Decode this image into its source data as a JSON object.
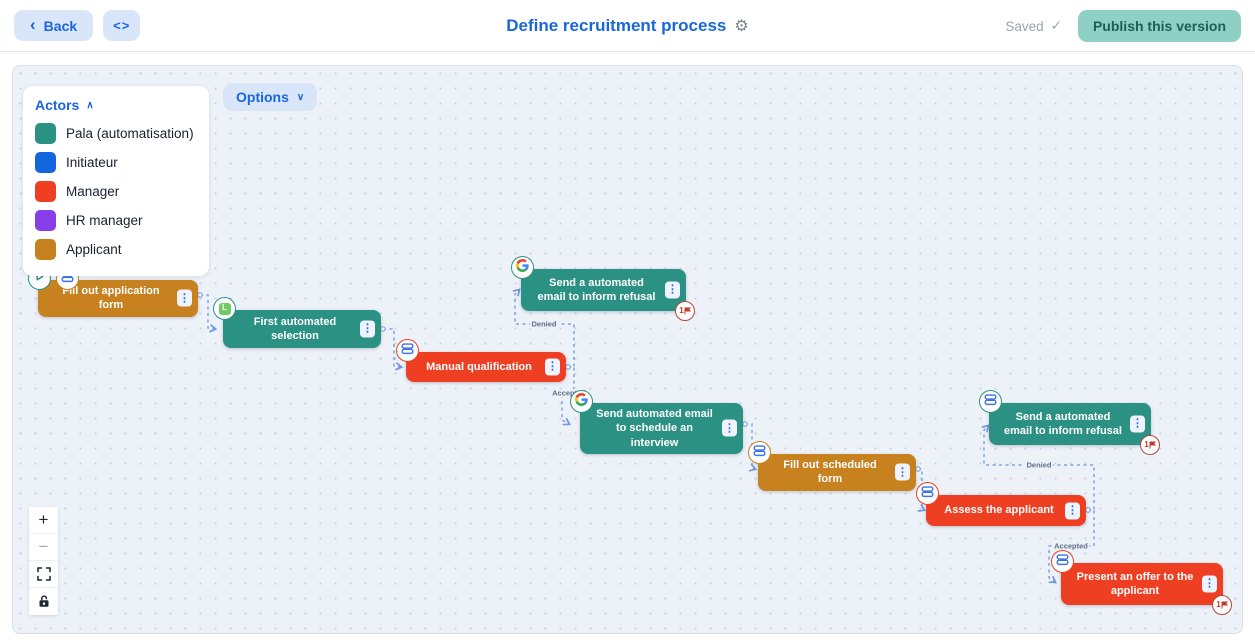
{
  "header": {
    "back_chevron": "‹",
    "back_label": "Back",
    "code_button_label": "<>",
    "title": "Define recruitment process",
    "settings_icon": "gear-icon",
    "saved_label": "Saved",
    "saved_check": "✓",
    "publish_label": "Publish this version",
    "colors": {
      "accent_blue": "#1a66db",
      "publish_bg": "#8ed1c4",
      "publish_text": "#1e5f55"
    }
  },
  "canvas": {
    "options": {
      "label": "Options",
      "chevron": "∨"
    },
    "actors": {
      "title": "Actors",
      "chevron": "∧",
      "items": [
        {
          "label": "Pala (automatisation)",
          "color": "#2b9183"
        },
        {
          "label": "Initiateur",
          "color": "#1266dd"
        },
        {
          "label": "Manager",
          "color": "#ee3f23"
        },
        {
          "label": "HR manager",
          "color": "#873de8"
        },
        {
          "label": "Applicant",
          "color": "#c8811f"
        }
      ]
    },
    "controls": [
      {
        "name": "zoom-in",
        "glyph": "+"
      },
      {
        "name": "zoom-out",
        "glyph": "−"
      },
      {
        "name": "fit-view",
        "glyph": ""
      },
      {
        "name": "lock",
        "glyph": ""
      }
    ],
    "nodes": [
      {
        "id": "fill-application",
        "label": "Fill out application form",
        "color": "#c8811f",
        "badges": [
          "play-icon",
          "form-icon"
        ],
        "flag": null,
        "menu_glyph": "⋮"
      },
      {
        "id": "first-selection",
        "label": "First automated selection",
        "color": "#2b9183",
        "badges": [
          "lever-icon"
        ],
        "flag": null,
        "menu_glyph": "⋮"
      },
      {
        "id": "manual-qualification",
        "label": "Manual qualification",
        "color": "#ee3f23",
        "badges": [
          "form-icon"
        ],
        "flag": null,
        "menu_glyph": "⋮"
      },
      {
        "id": "refusal-1",
        "label": "Send a automated email to inform refusal",
        "color": "#2b9183",
        "badges": [
          "google-icon"
        ],
        "flag": "1",
        "menu_glyph": "⋮"
      },
      {
        "id": "schedule-interview",
        "label": "Send automated email to schedule an interview",
        "color": "#2b9183",
        "badges": [
          "google-icon"
        ],
        "flag": null,
        "menu_glyph": "⋮"
      },
      {
        "id": "fill-scheduled",
        "label": "Fill out scheduled form",
        "color": "#c8811f",
        "badges": [
          "form-icon"
        ],
        "flag": null,
        "menu_glyph": "⋮"
      },
      {
        "id": "assess",
        "label": "Assess the applicant",
        "color": "#ee3f23",
        "badges": [
          "form-icon"
        ],
        "flag": null,
        "menu_glyph": "⋮"
      },
      {
        "id": "refusal-2",
        "label": "Send a automated email to inform refusal",
        "color": "#2b9183",
        "badges": [
          "form-icon"
        ],
        "flag": "1",
        "menu_glyph": "⋮"
      },
      {
        "id": "present-offer",
        "label": "Present an offer to the applicant",
        "color": "#ee3f23",
        "badges": [
          "form-icon"
        ],
        "flag": "1",
        "menu_glyph": "⋮"
      }
    ],
    "edges": [
      {
        "from": "fill-application",
        "to": "first-selection",
        "label": ""
      },
      {
        "from": "first-selection",
        "to": "manual-qualification",
        "label": ""
      },
      {
        "from": "manual-qualification",
        "to": "refusal-1",
        "label": "Denied"
      },
      {
        "from": "manual-qualification",
        "to": "schedule-interview",
        "label": "Accepted"
      },
      {
        "from": "schedule-interview",
        "to": "fill-scheduled",
        "label": ""
      },
      {
        "from": "fill-scheduled",
        "to": "assess",
        "label": ""
      },
      {
        "from": "assess",
        "to": "refusal-2",
        "label": "Denied"
      },
      {
        "from": "assess",
        "to": "present-offer",
        "label": "Accepted"
      }
    ],
    "edge_color": "#6e95e2"
  }
}
